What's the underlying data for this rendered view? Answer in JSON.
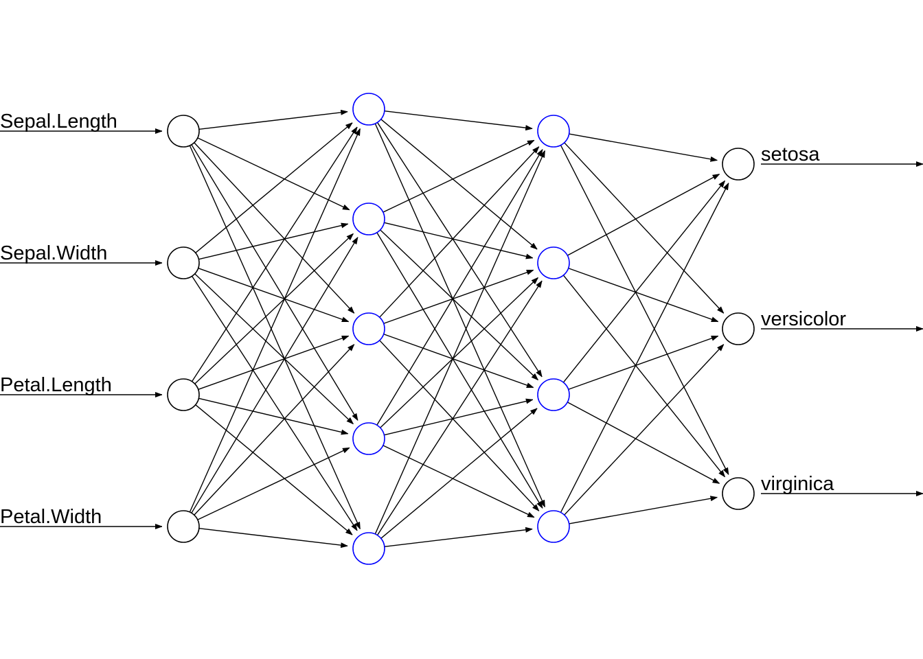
{
  "diagram": {
    "type": "neural-network",
    "inputs": [
      "Sepal.Length",
      "Sepal.Width",
      "Petal.Length",
      "Petal.Width"
    ],
    "hidden_layers": [
      5,
      4
    ],
    "outputs": [
      "setosa",
      "versicolor",
      "virginica"
    ],
    "colors": {
      "hidden_node": "#0000ff",
      "io_node": "#000000",
      "edge": "#000000"
    }
  }
}
